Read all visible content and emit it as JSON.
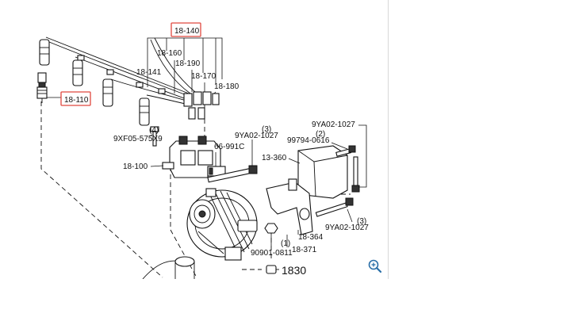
{
  "diagram": {
    "labels": {
      "l_18140": "18-140",
      "l_18160": "18-160",
      "l_18190": "18-190",
      "l_18141": "18-141",
      "l_18170": "18-170",
      "l_18180": "18-180",
      "l_18110": "18-110",
      "l_4_a": "(4)",
      "l_9xf05": "9XF05-575X9",
      "l_66991c": "66-991C",
      "l_18100": "18-100",
      "l_3_a": "(3)",
      "l_9ya02_a": "9YA02-1027",
      "l_9ya02_b": "9YA02-1027",
      "l_2": "(2)",
      "l_99794": "99794-0616",
      "l_13360": "13-360",
      "l_3_b": "(3)",
      "l_9ya02_c": "9YA02-1027",
      "l_18364": "18-364",
      "l_1": "(1)",
      "l_90901": "90901-0811",
      "l_18371": "18-371",
      "l_1830": "1830"
    },
    "highlight_color": "#e0483f",
    "zoom_icon": "zoom-in-icon"
  }
}
